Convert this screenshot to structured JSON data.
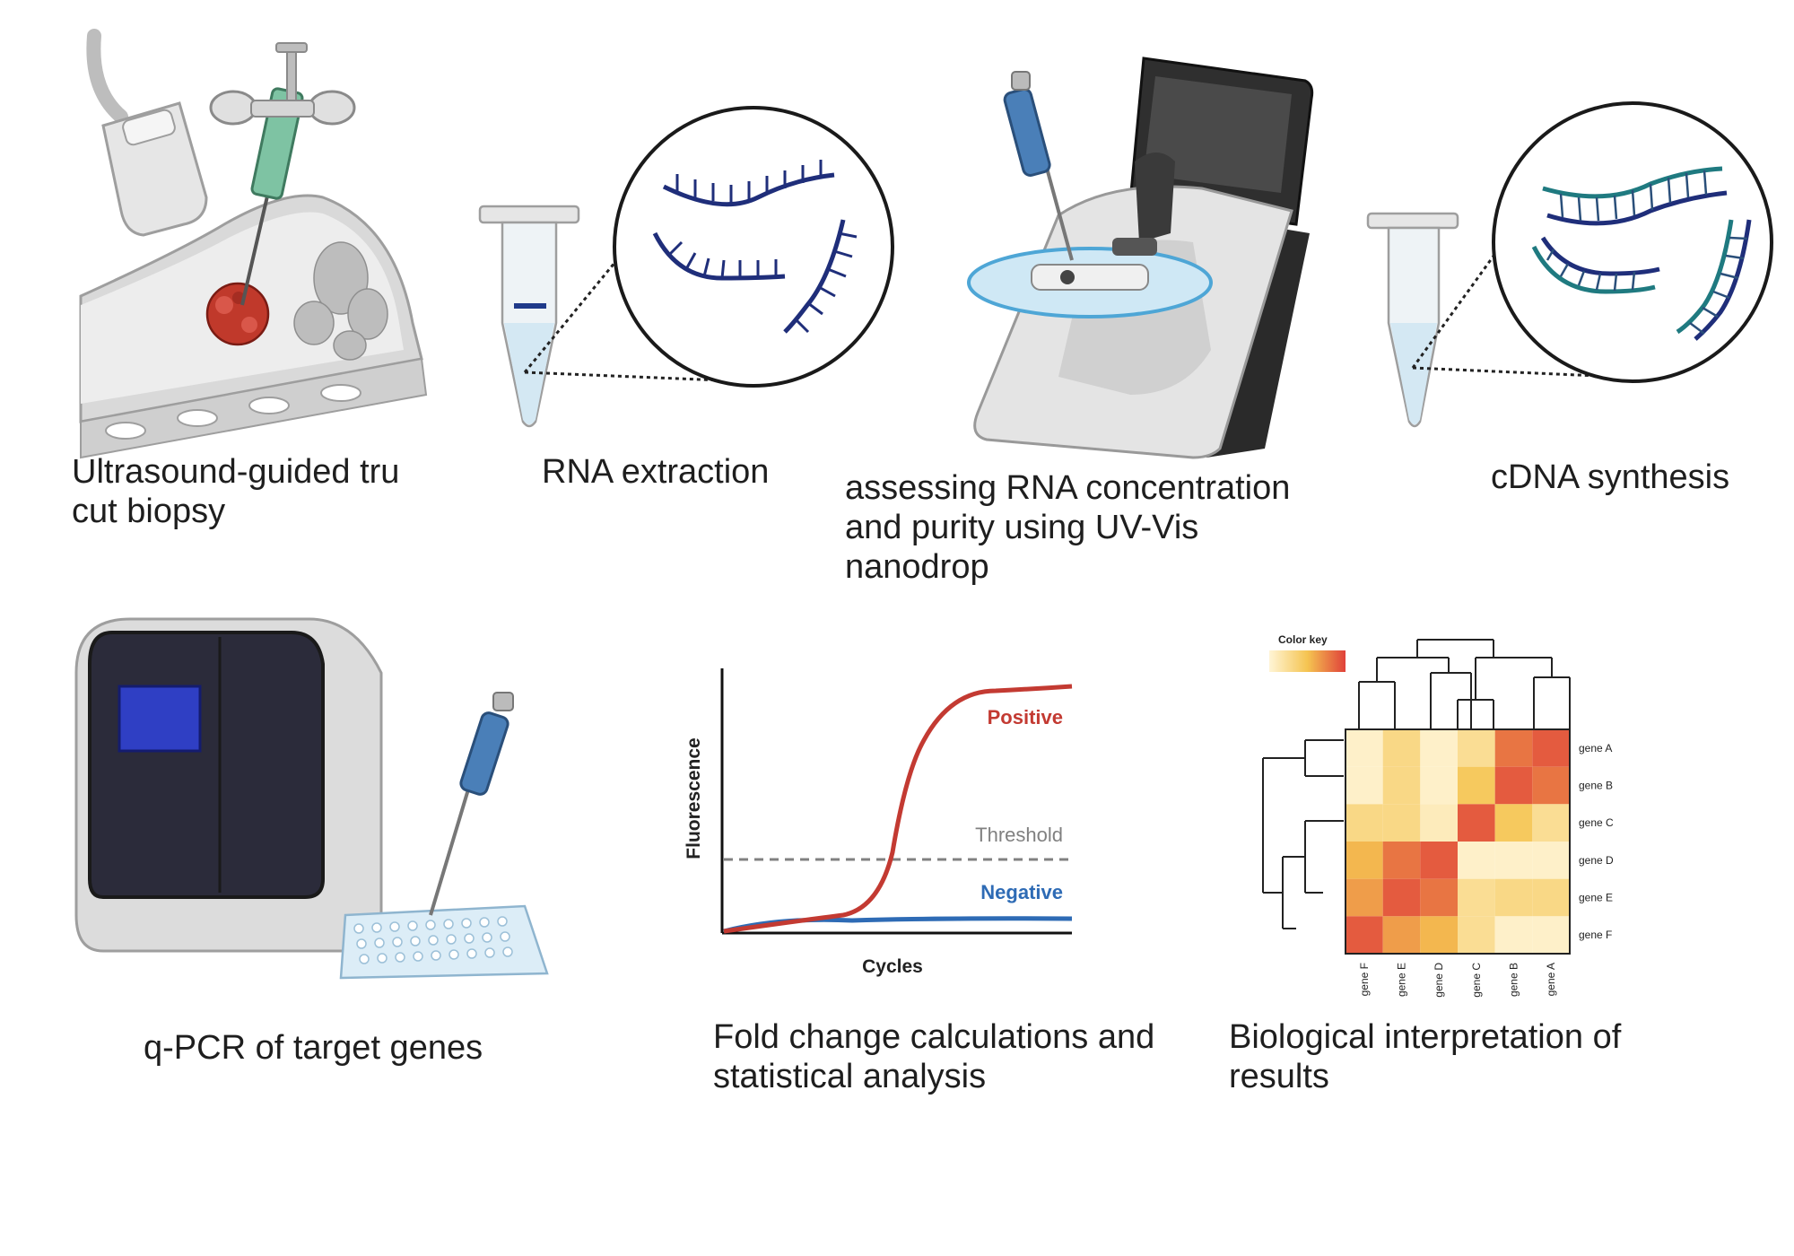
{
  "steps": [
    {
      "label": "Ultrasound-guided tru cut biopsy"
    },
    {
      "label": "RNA extraction"
    },
    {
      "label": "assessing RNA concentration and purity using UV-Vis nanodrop"
    },
    {
      "label": "cDNA synthesis"
    },
    {
      "label": "q-PCR of target genes"
    },
    {
      "label": "Fold change calculations and statistical analysis"
    },
    {
      "label": "Biological interpretation of results"
    }
  ],
  "qpcr_plot": {
    "xlabel": "Cycles",
    "ylabel": "Fluorescence",
    "positive_label": "Positive",
    "threshold_label": "Threshold",
    "negative_label": "Negative",
    "colors": {
      "positive": "#c33a32",
      "negative": "#2e6bb5",
      "threshold": "#808080"
    }
  },
  "heatmap": {
    "color_key_label": "Color key",
    "rows": [
      "gene A",
      "gene B",
      "gene C",
      "gene D",
      "gene E",
      "gene F"
    ],
    "cols": [
      "gene F",
      "gene E",
      "gene D",
      "gene C",
      "gene B",
      "gene A"
    ],
    "values": [
      [
        0.05,
        0.3,
        0.05,
        0.25,
        0.8,
        0.9
      ],
      [
        0.05,
        0.3,
        0.05,
        0.45,
        0.9,
        0.8
      ],
      [
        0.3,
        0.3,
        0.1,
        0.9,
        0.45,
        0.25
      ],
      [
        0.55,
        0.8,
        0.9,
        0.05,
        0.05,
        0.05
      ],
      [
        0.65,
        0.9,
        0.8,
        0.25,
        0.3,
        0.3
      ],
      [
        0.9,
        0.65,
        0.55,
        0.25,
        0.05,
        0.05
      ]
    ],
    "color_low": "#fff5d6",
    "color_high": "#e0413a"
  }
}
